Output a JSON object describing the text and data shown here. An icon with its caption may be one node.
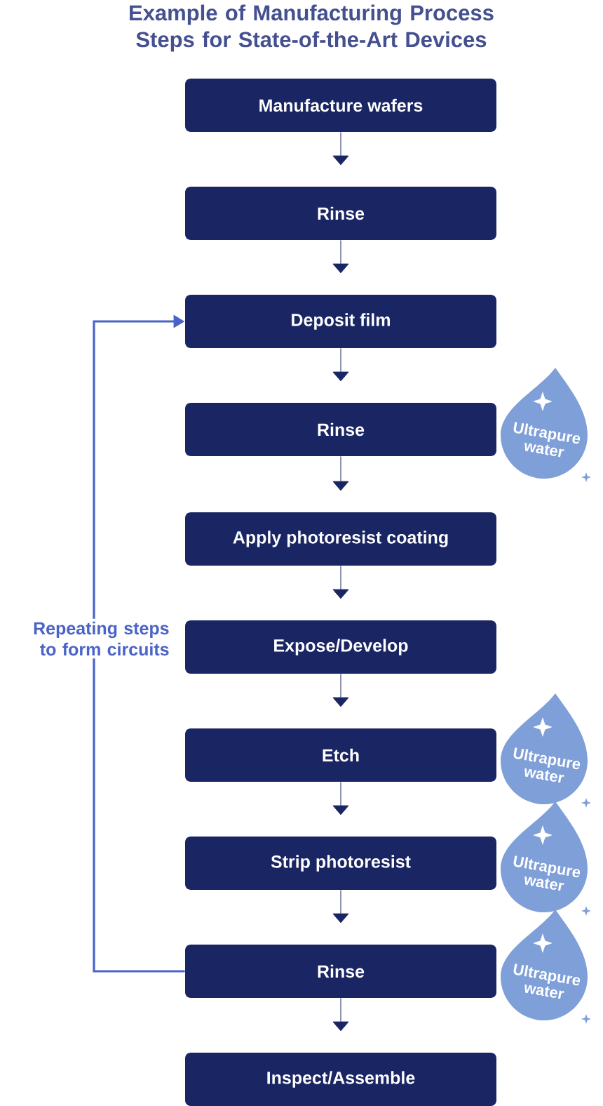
{
  "diagram": {
    "title": "Example of Manufacturing Process Steps for State-of-the-Art Devices",
    "nodes": [
      {
        "text": [
          "Manufacture wafers"
        ]
      },
      {
        "text": [
          "Rinse"
        ]
      },
      {
        "text": [
          "Deposit film"
        ]
      },
      {
        "text": [
          "Rinse"
        ]
      },
      {
        "text": [
          "Apply photoresist coating"
        ]
      },
      {
        "text": [
          "Expose/Develop"
        ]
      },
      {
        "text": [
          "Etch"
        ]
      },
      {
        "text": [
          "Strip photoresist"
        ]
      },
      {
        "text": [
          "Rinse"
        ]
      },
      {
        "text": [
          "Inspect/Assemble"
        ]
      },
      {
        "text": [
          "Ultrapure water"
        ]
      },
      {
        "text": [
          "Ultrapure water"
        ]
      },
      {
        "text": [
          "Ultrapure water"
        ]
      },
      {
        "text": [
          "Ultrapure water"
        ]
      }
    ],
    "edges": [
      {
        "from": 0,
        "to": 1,
        "arrow": "to"
      },
      {
        "from": 1,
        "to": 2,
        "arrow": "to"
      },
      {
        "from": 2,
        "to": 3,
        "arrow": "to"
      },
      {
        "from": 3,
        "to": 4,
        "arrow": "to"
      },
      {
        "from": 4,
        "to": 5,
        "arrow": "to"
      },
      {
        "from": 5,
        "to": 6,
        "arrow": "to"
      },
      {
        "from": 6,
        "to": 7,
        "arrow": "to"
      },
      {
        "from": 7,
        "to": 8,
        "arrow": "to"
      },
      {
        "from": 8,
        "to": 9,
        "arrow": "to"
      },
      {
        "from": 8,
        "to": 2,
        "arrow": "to",
        "label": "Repeating steps to form circuits",
        "color": "#4a63c8"
      }
    ]
  }
}
